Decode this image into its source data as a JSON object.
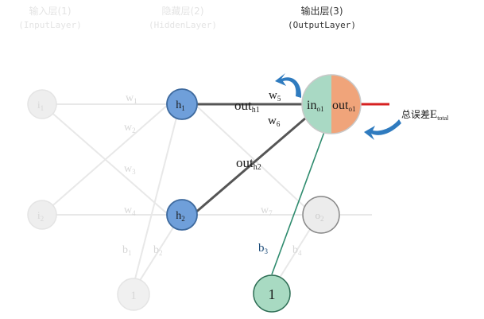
{
  "layers": {
    "input": {
      "title": "输入层(1)",
      "subtitle": "(InputLayer)"
    },
    "hidden": {
      "title": "隐藏层(2)",
      "subtitle": "(HiddenLayer)"
    },
    "output": {
      "title": "输出层(3)",
      "subtitle": "(OutputLayer)"
    }
  },
  "nodes": {
    "i1": {
      "main": "i",
      "sub": "1"
    },
    "i2": {
      "main": "i",
      "sub": "2"
    },
    "h1": {
      "main": "h",
      "sub": "1"
    },
    "h2": {
      "main": "h",
      "sub": "2"
    },
    "o1_in": {
      "main": "in",
      "sub": "o1"
    },
    "o1_out": {
      "main": "out",
      "sub": "o1"
    },
    "o2": {
      "main": "o",
      "sub": "2"
    },
    "bias1": {
      "main": "1"
    },
    "bias2": {
      "main": "1"
    }
  },
  "weights": {
    "w1": {
      "main": "w",
      "sub": "1"
    },
    "w2": {
      "main": "w",
      "sub": "2"
    },
    "w3": {
      "main": "w",
      "sub": "3"
    },
    "w4": {
      "main": "w",
      "sub": "4"
    },
    "w5": {
      "main": "w",
      "sub": "5"
    },
    "w6": {
      "main": "w",
      "sub": "6"
    },
    "w7": {
      "main": "w",
      "sub": "7"
    },
    "b1": {
      "main": "b",
      "sub": "1"
    },
    "b2": {
      "main": "b",
      "sub": "2"
    },
    "b3": {
      "main": "b",
      "sub": "3"
    },
    "b4": {
      "main": "b",
      "sub": "4"
    }
  },
  "outputs": {
    "out_h1": {
      "main": "out",
      "sub": "h1"
    },
    "out_h2": {
      "main": "out",
      "sub": "h2"
    }
  },
  "error": {
    "prefix": "总误差",
    "main": "E",
    "sub": "total"
  },
  "colors": {
    "hidden_fill": "#6f9fda",
    "hidden_stroke": "#3e6a9e",
    "in_half": "#a9d9c4",
    "out_half": "#f0a47a",
    "bias_fill": "#a8dac2",
    "accent_arrow": "#2f7bbf",
    "error_line": "#d62020",
    "faded": "#e6e6e6"
  }
}
